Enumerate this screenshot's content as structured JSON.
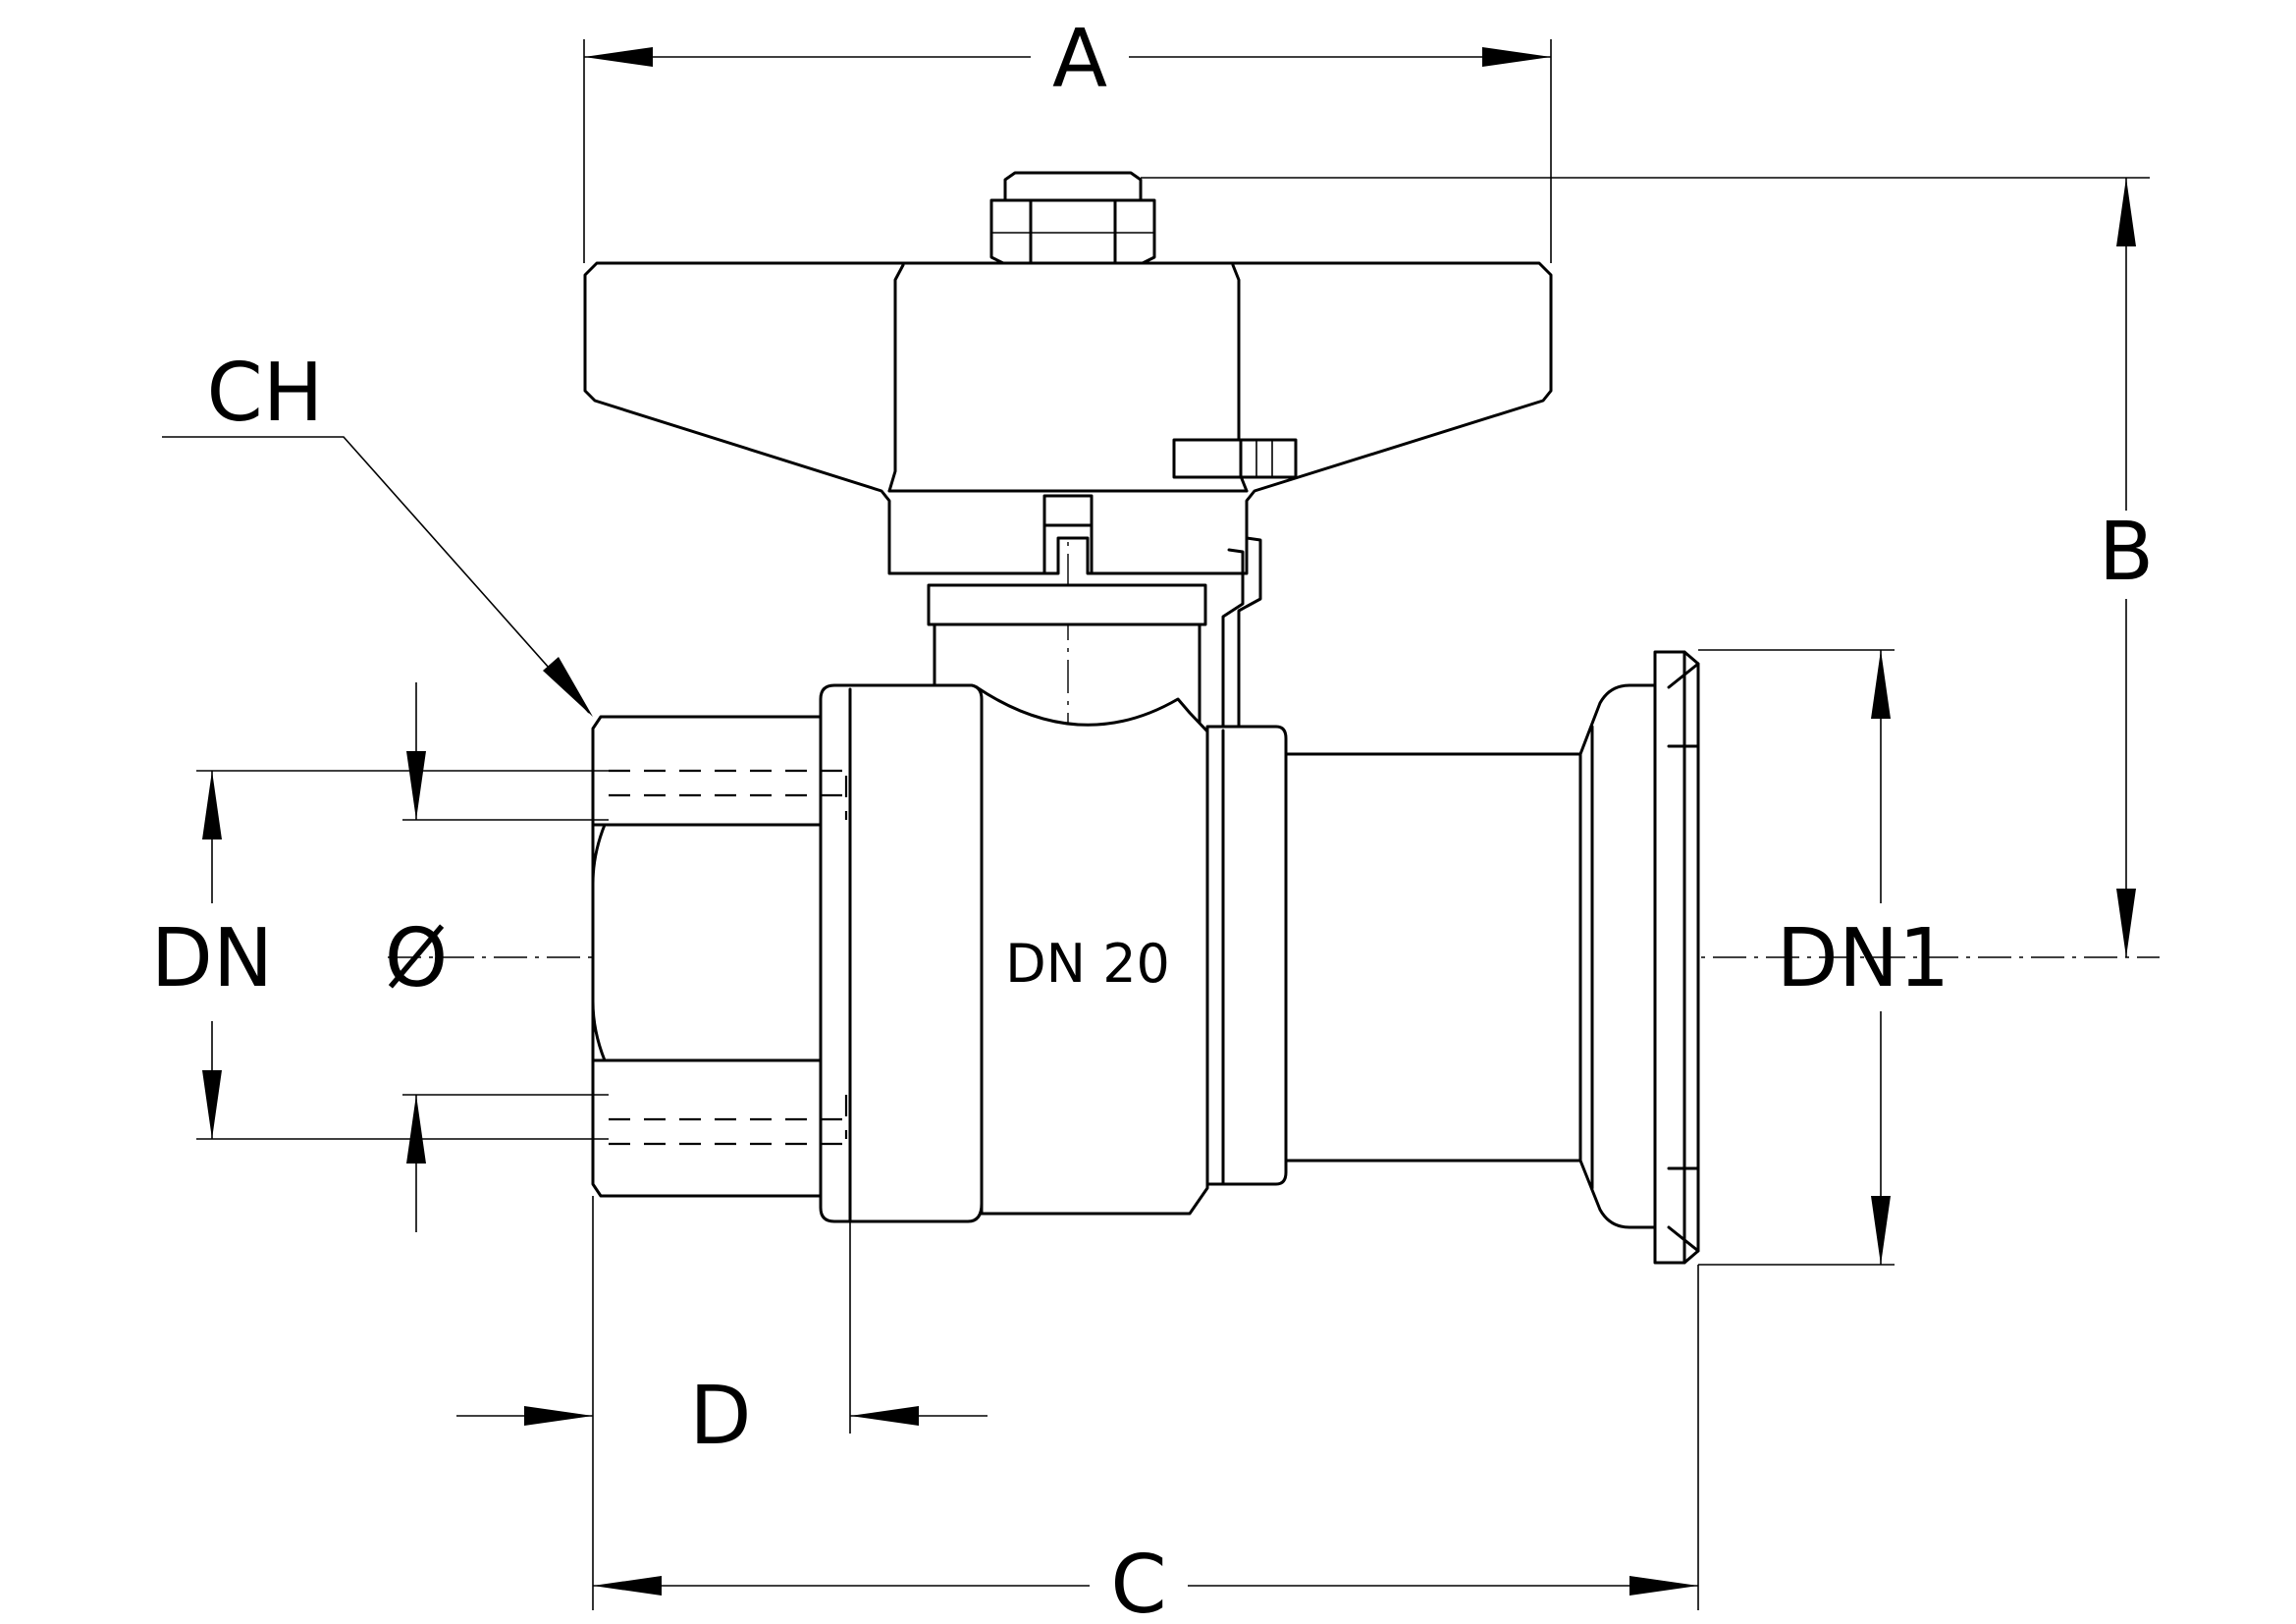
{
  "dimensions": {
    "a": "A",
    "b": "B",
    "c": "C",
    "d": "D",
    "ch": "CH",
    "dn": "DN",
    "diameter": "Ø",
    "dn1": "DN1"
  },
  "body_marking": "DN 20"
}
